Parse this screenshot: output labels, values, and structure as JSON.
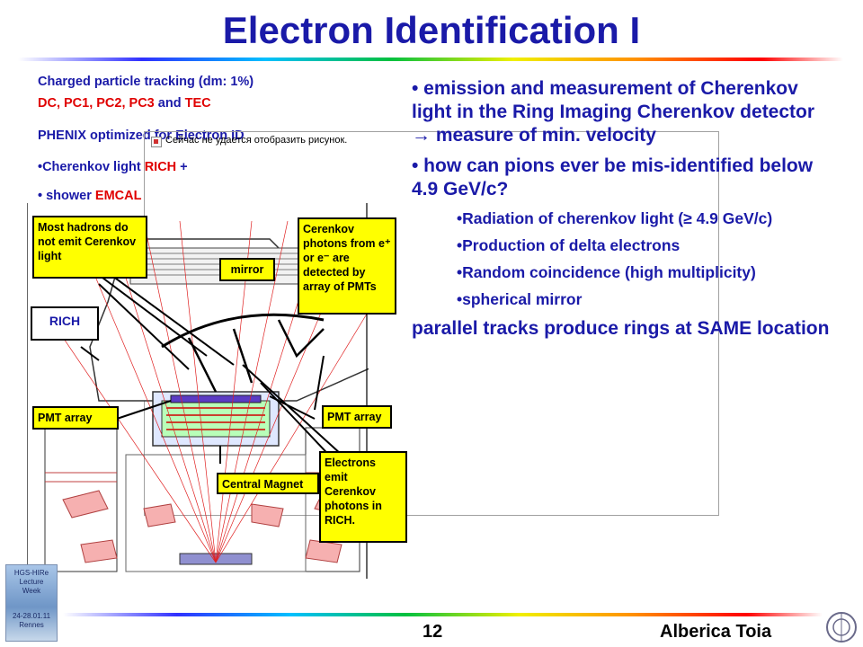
{
  "slide": {
    "title": "Electron Identification I",
    "left_lines": [
      "Charged particle tracking (dm: 1%)",
      "DC, PC1, PC2, PC3",
      "and",
      "TEC",
      "PHENIX optimized for Electron ID",
      "•Cherenkov light",
      "RICH",
      "+",
      "•  shower",
      "EMCAL"
    ],
    "broken_image_text": "Сейчас не удается отобразить рисунок.",
    "bullets": [
      "• emission and measurement of Cherenkov light in the Ring Imaging Cherenkov detector",
      "→ measure of min. velocity",
      "• how can pions ever be mis-identified below 4.9 GeV/c?"
    ],
    "sub_bullets": [
      "•Radiation of cherenkov light (≥ 4.9 GeV/c)",
      "•Production of delta electrons",
      "•Random coincidence (high multiplicity)",
      "•spherical mirror"
    ],
    "conclusion_arrow": "",
    "conclusion": "parallel tracks produce rings at SAME location",
    "labels": {
      "hadrons": "Most hadrons do not emit Cerenkov light",
      "cerenkov": "Cerenkov photons from e⁺ or e⁻ are detected by array of PMTs",
      "mirror": "mirror",
      "rich": "RICH",
      "pmt_left": "PMT array",
      "pmt_right": "PMT array",
      "central_magnet": "Central Magnet",
      "electrons": "Electrons emit Cerenkov photons in RICH."
    },
    "badge": {
      "line1": "HGS-HIRe",
      "line2": "Lecture",
      "line3": "Week",
      "line4": "24-28.01.11",
      "line5": "Rennes"
    },
    "footer": {
      "page": "12",
      "author": "Alberica Toia"
    },
    "colors": {
      "title": "#1a1aa8",
      "text": "#1a1aa8",
      "highlight": "#e00000",
      "label_bg": "#ffff00"
    }
  }
}
